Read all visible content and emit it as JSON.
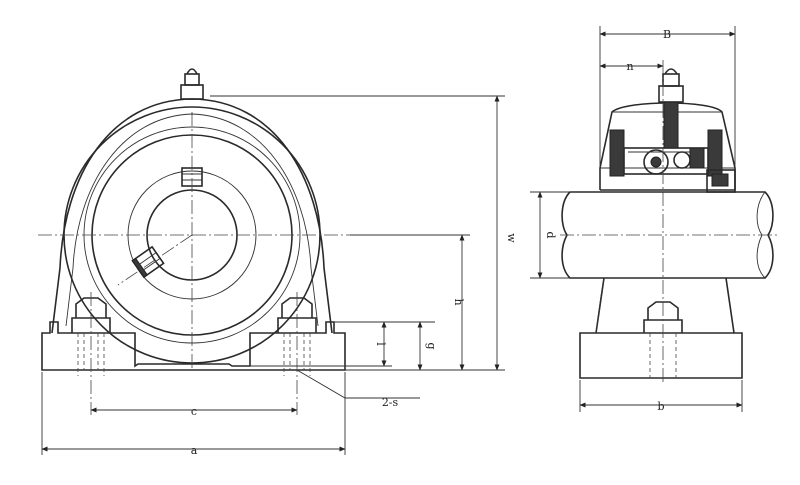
{
  "labels": {
    "B": "B",
    "n": "n",
    "w": "w",
    "d": "d",
    "h": "h",
    "g": "g",
    "l": "l",
    "two_s": "2-s",
    "c": "c",
    "a": "a",
    "b": "b"
  },
  "colors": {
    "line": "#2a2a2a",
    "background": "#ffffff"
  }
}
